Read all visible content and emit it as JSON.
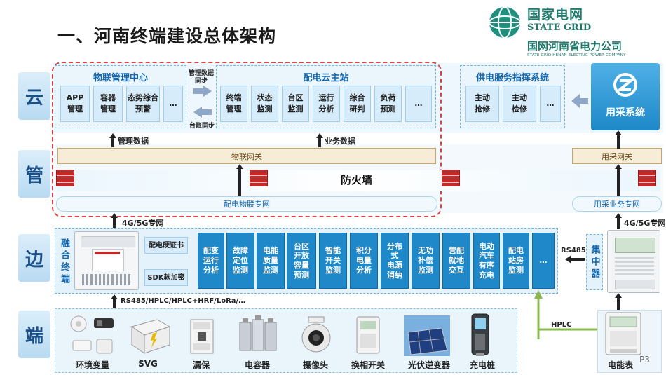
{
  "title": "一、河南终端建设总体架构",
  "logo": {
    "cn": "国家电网",
    "en": "STATE GRID",
    "sub_cn": "国网河南省电力公司",
    "sub_en": "STATE GRID HENAN ELECTRIC POWER COMPANY"
  },
  "layers": [
    "云",
    "管",
    "边",
    "端"
  ],
  "cloud": {
    "iot_center": {
      "title": "物联管理中心",
      "items": [
        "APP\n管理",
        "容器\n管理",
        "态势综合\n预警",
        "…"
      ]
    },
    "sync_top": "管理数据\n同步",
    "sync_bottom": "台账同步",
    "main_station": {
      "title": "配电云主站",
      "items": [
        "终端\n管理",
        "状态\n监测",
        "台区\n监测",
        "运行\n分析",
        "综合\n研判",
        "负荷\n预测",
        "…"
      ]
    },
    "service": {
      "title": "供电服务指挥系统",
      "items": [
        "主动\n抢修",
        "主动\n检修",
        "…"
      ]
    },
    "meter_sys": "用采系统"
  },
  "pipe": {
    "mgmt_data": "管理数据",
    "biz_data": "业务数据",
    "iot_gateway": "物联网关",
    "meter_gateway": "用采网关",
    "firewall": "防火墙",
    "dist_net": "配电物联专网",
    "meter_net": "用采业务专网"
  },
  "edge": {
    "net_left": "4G/5G专网",
    "net_right": "4G/5G专网",
    "fusion": "融合终端",
    "hw_cert": "配电硬证书",
    "sdk": "SDK软加密",
    "apps": [
      "配变\n运行\n分析",
      "故障\n定位\n监测",
      "电能\n质量\n监测",
      "台区\n开放\n容量\n预测",
      "智能\n开关\n监测",
      "积分\n电量\n分析",
      "分布\n式\n电源\n消纳",
      "无功\n补偿\n监测",
      "营配\n就地\n交互",
      "电动\n汽车\n有序\n充电",
      "配电\n站房\n监测",
      "…"
    ],
    "rs485": "RS485",
    "concentrator": "集中器",
    "protocols": "RS485/HPLC/HPLC+HRF/LoRa/…"
  },
  "end": {
    "devices": [
      "环境变量",
      "SVG",
      "漏保",
      "电容器",
      "摄像头",
      "换相开关",
      "光伏逆变器",
      "充电桩"
    ],
    "hplc": "HPLC",
    "meter": "电能表",
    "page": "P3"
  },
  "colors": {
    "accent": "#1e88c8",
    "brand": "#1f7a6d",
    "highlight": "#d64545"
  }
}
